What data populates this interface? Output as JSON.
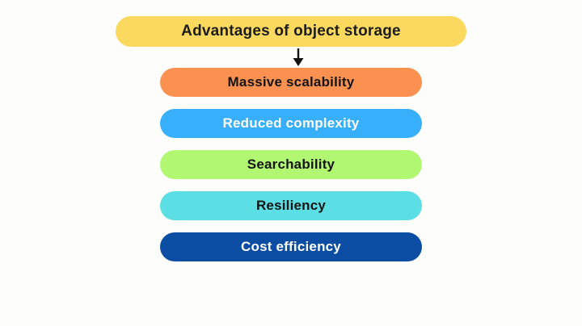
{
  "page": {
    "background": "#FDFDFC"
  },
  "diagram": {
    "title": {
      "label": "Advantages of object storage",
      "bg": "#FBD95E",
      "text_color": "#1C1C1C"
    },
    "arrow": {
      "name": "down-arrow-icon",
      "color": "#111111"
    },
    "items": [
      {
        "label": "Massive scalability",
        "bg": "#FA9150",
        "text_color": "#141414"
      },
      {
        "label": "Reduced complexity",
        "bg": "#38AFFA",
        "text_color": "#FFFFFF"
      },
      {
        "label": "Searchability",
        "bg": "#B2F772",
        "text_color": "#141414"
      },
      {
        "label": "Resiliency",
        "bg": "#5BDFE4",
        "text_color": "#141414"
      },
      {
        "label": "Cost efficiency",
        "bg": "#0B4DA2",
        "text_color": "#FFFFFF"
      }
    ]
  }
}
